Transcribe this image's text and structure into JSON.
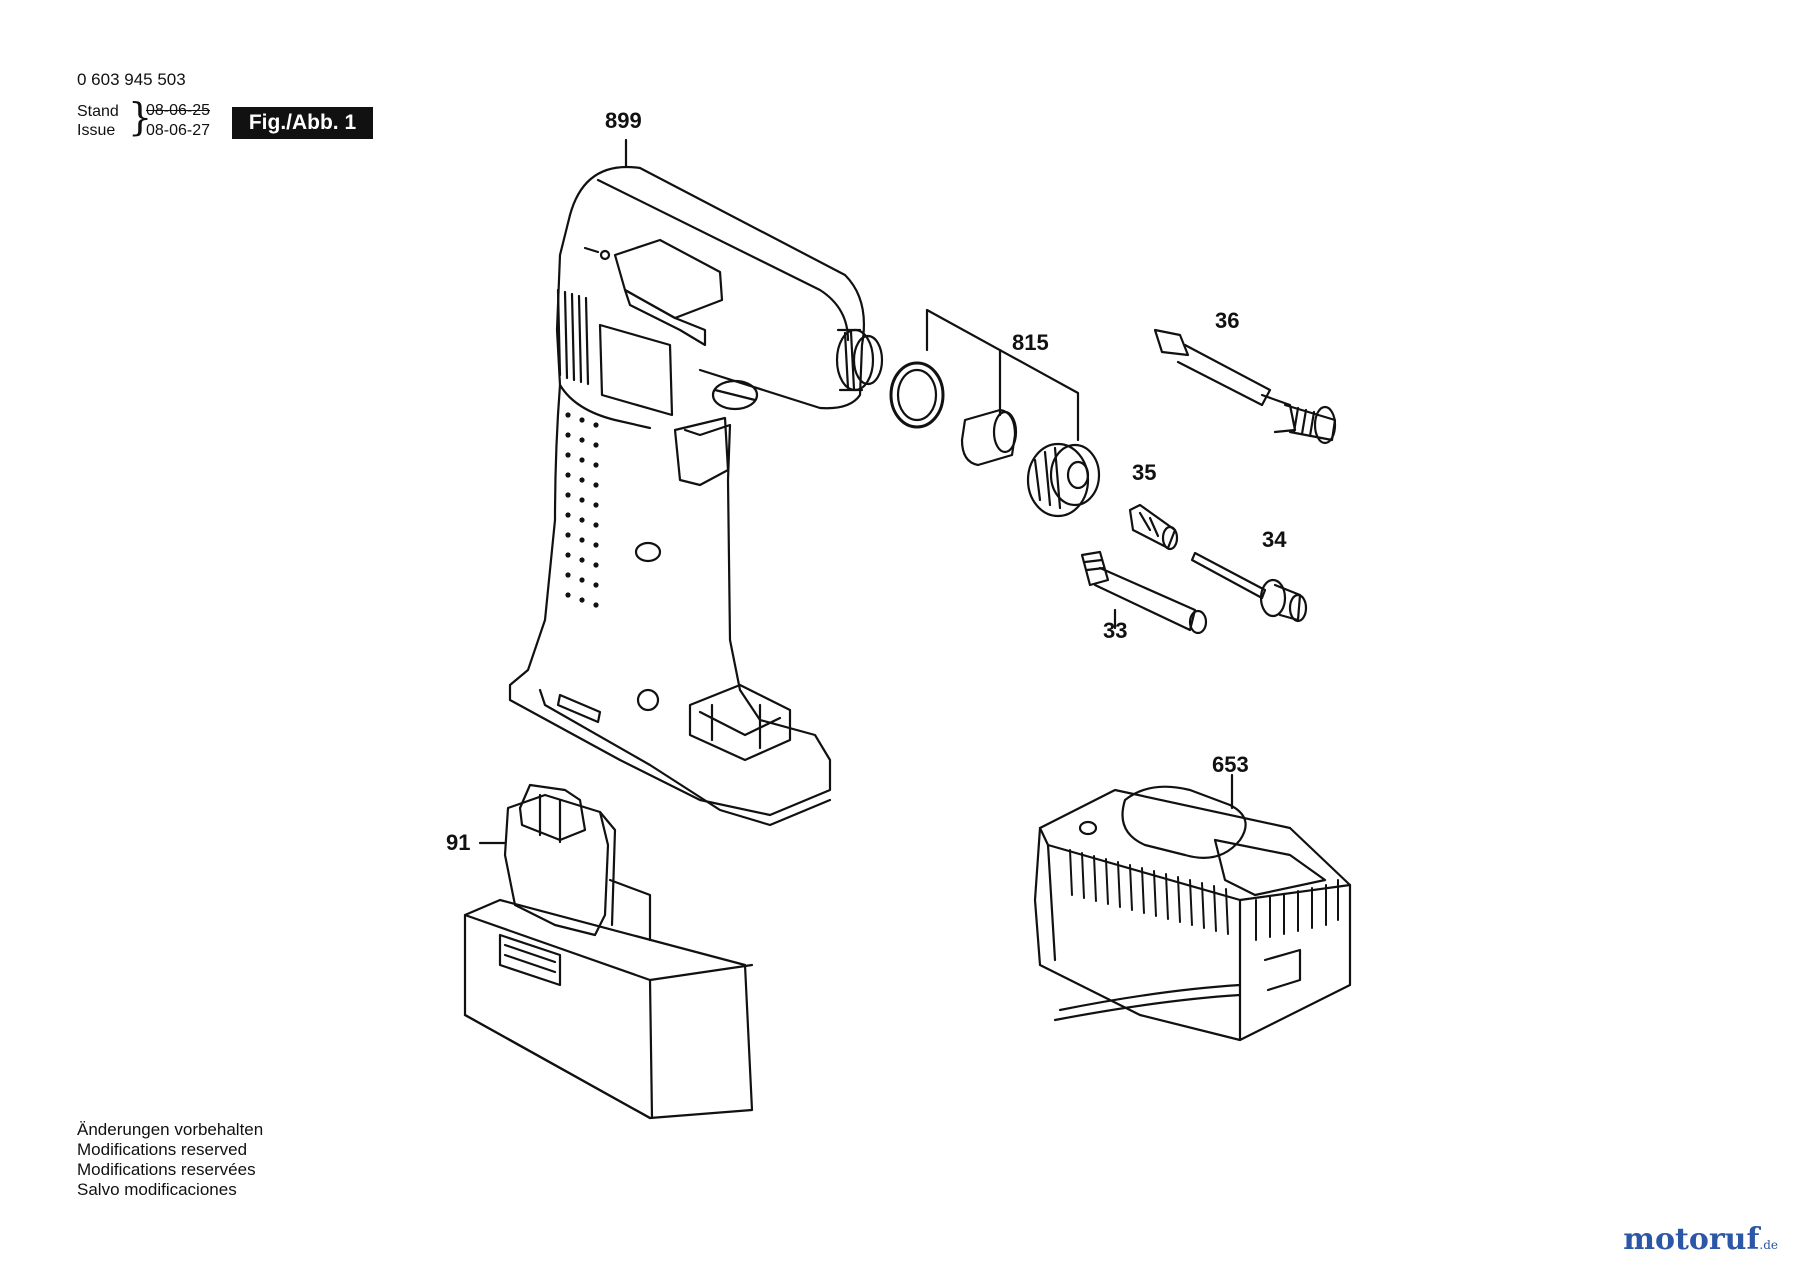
{
  "header": {
    "part_number": "0 603 945 503",
    "stand_label": "Stand",
    "issue_label": "Issue",
    "stand_date_old": "08-06-25",
    "issue_date": "08-06-27",
    "figure_label": "Fig./Abb. 1"
  },
  "callouts": {
    "c899": "899",
    "c815": "815",
    "c36": "36",
    "c35": "35",
    "c34": "34",
    "c33": "33",
    "c653": "653",
    "c91": "91"
  },
  "notes": [
    "Änderungen vorbehalten",
    "Modifications reserved",
    "Modifications reservées",
    "Salvo modificaciones"
  ],
  "watermark": {
    "brand": "motoruf",
    "tld": ".de"
  }
}
